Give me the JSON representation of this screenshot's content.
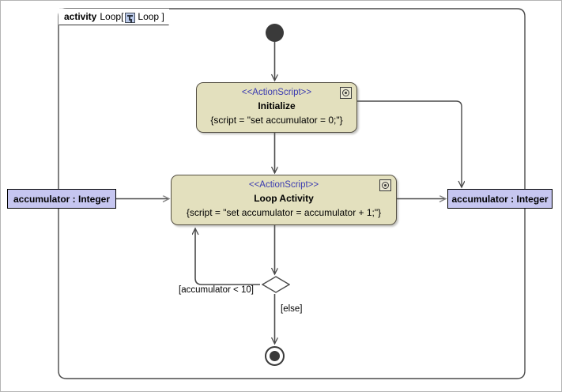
{
  "diagram": {
    "type": "uml-activity-diagram",
    "frame": {
      "keyword": "activity",
      "name": "Loop",
      "bracket_open": "[",
      "icon": "activity-diagram-icon",
      "qualifier": "Loop",
      "bracket_close": "]"
    },
    "colors": {
      "action_fill": "#E3E0BE",
      "action_border": "#555044",
      "parameter_fill": "#C6C6F0",
      "parameter_border": "#000000",
      "stereotype_text": "#3A3AB0",
      "edge_stroke": "#4A4A4A",
      "node_dark": "#3A3A3A",
      "canvas_background": "#FFFFFF"
    },
    "nodes": {
      "initial": {
        "kind": "initial-node",
        "label": ""
      },
      "initialize": {
        "kind": "action-node",
        "stereotype": "<<ActionScript>>",
        "name": "Initialize",
        "body": "{script = \"set accumulator = 0;\"}",
        "corner_icon": "script-gear-icon"
      },
      "loop_activity": {
        "kind": "action-node",
        "stereotype": "<<ActionScript>>",
        "name": "Loop Activity",
        "body": "{script = \"set accumulator = accumulator + 1;\"}",
        "corner_icon": "script-gear-icon"
      },
      "parameter_in": {
        "kind": "activity-parameter-node",
        "label": "accumulator : Integer"
      },
      "parameter_out": {
        "kind": "activity-parameter-node",
        "label": "accumulator : Integer"
      },
      "decision": {
        "kind": "decision-node",
        "label": ""
      },
      "final": {
        "kind": "activity-final-node",
        "label": ""
      }
    },
    "edges": [
      {
        "from": "initial",
        "to": "initialize",
        "guard": ""
      },
      {
        "from": "initialize",
        "to": "loop_activity",
        "guard": ""
      },
      {
        "from": "initialize",
        "to": "parameter_out",
        "guard": ""
      },
      {
        "from": "parameter_in",
        "to": "loop_activity",
        "guard": ""
      },
      {
        "from": "loop_activity",
        "to": "parameter_out",
        "guard": ""
      },
      {
        "from": "loop_activity",
        "to": "decision",
        "guard": ""
      },
      {
        "from": "decision",
        "to": "loop_activity",
        "guard": "[accumulator < 10]"
      },
      {
        "from": "decision",
        "to": "final",
        "guard": "[else]"
      }
    ],
    "labels": {
      "loop_guard": "[accumulator < 10]",
      "else_guard": "[else]"
    }
  }
}
